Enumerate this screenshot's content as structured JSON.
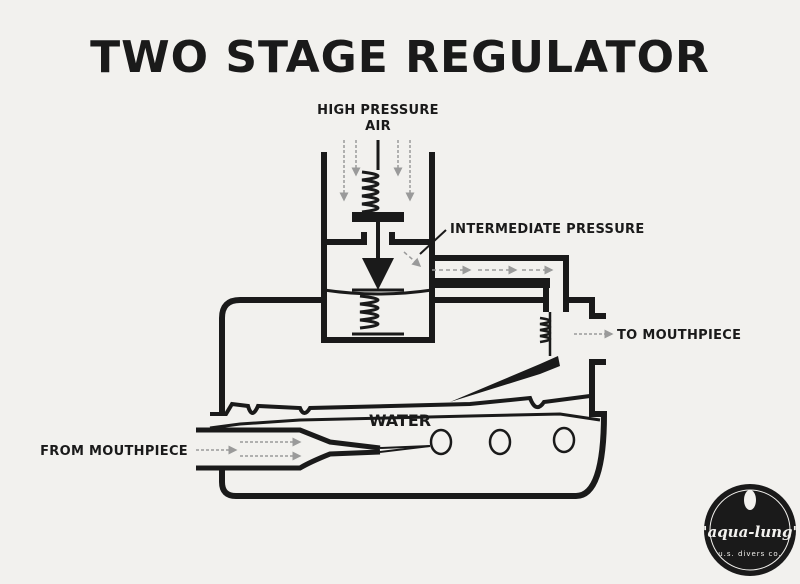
{
  "title": "TWO STAGE REGULATOR",
  "labels": {
    "high_pressure_line1": "HIGH PRESSURE",
    "high_pressure_line2": "AIR",
    "intermediate_pressure": "INTERMEDIATE PRESSURE",
    "to_mouthpiece": "TO MOUTHPIECE",
    "water": "WATER",
    "from_mouthpiece": "FROM MOUTHPIECE"
  },
  "logo": {
    "brand": "\"aqua-lung\"",
    "sub": "u.s. divers co."
  },
  "colors": {
    "ink": "#1a1a1a",
    "paper": "#f2f1ee",
    "arrow": "#9a9a9a"
  }
}
